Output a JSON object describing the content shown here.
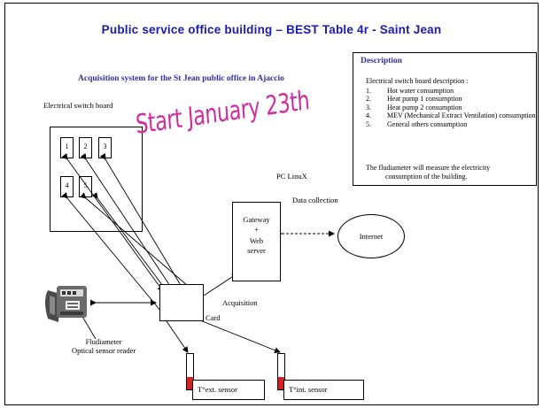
{
  "title": "Public service office building – BEST Table 4r - Saint Jean",
  "subtitle": "Acquisition system for the St Jean public office in Ajaccio",
  "switchboard": {
    "label": "Electrical switch board",
    "breakers": [
      "1",
      "2",
      "3",
      "4",
      "5"
    ]
  },
  "banner": "Start January 23th",
  "pc_label": "PC LinuX",
  "data_collection": "Data collection",
  "gateway": {
    "line1": "Gateway",
    "line2": "+",
    "line3": "Web",
    "line4": "server"
  },
  "internet": "Internet",
  "acquisition_card": {
    "line1": "Acquisition",
    "line2": "Card"
  },
  "fludiameter": {
    "line1": "Fludiameter",
    "line2": "Optical sensor reader"
  },
  "sensors": {
    "ext": "T°ext. sensor",
    "int": "T°int. sensor"
  },
  "description": {
    "title": "Description",
    "intro": "Electrical switch board description :",
    "items": [
      {
        "num": "1.",
        "text": "Hot water consumption"
      },
      {
        "num": "2.",
        "text": "Heat pump 1 consumption"
      },
      {
        "num": "3.",
        "text": "Heat pump 2 consumption"
      },
      {
        "num": "4.",
        "text": "MEV (Mechanical Extract Ventilation) consumption"
      },
      {
        "num": "5.",
        "text": "General others consumption"
      }
    ],
    "note_line1": "The fludiameter will measure the electricity",
    "note_line2": "consumption of the building."
  },
  "colors": {
    "title": "#1a1ab4",
    "subtitle": "#2f2fa6",
    "banner": "#d22aa3",
    "sensor_fill": "#d7201f"
  }
}
